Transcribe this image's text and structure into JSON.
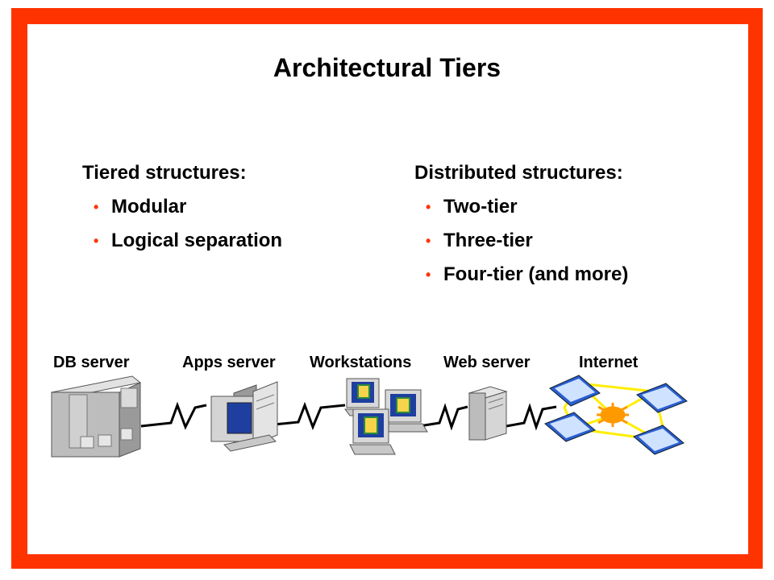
{
  "title": "Architectural Tiers",
  "left_column": {
    "heading": "Tiered structures:",
    "items": [
      "Modular",
      "Logical separation"
    ]
  },
  "right_column": {
    "heading": "Distributed structures:",
    "items": [
      "Two-tier",
      "Three-tier",
      "Four-tier (and more)"
    ]
  },
  "tiers": [
    {
      "label": "DB server",
      "icon": "db-server-icon"
    },
    {
      "label": "Apps server",
      "icon": "apps-server-icon"
    },
    {
      "label": "Workstations",
      "icon": "workstations-icon"
    },
    {
      "label": "Web server",
      "icon": "web-server-icon"
    },
    {
      "label": "Internet",
      "icon": "internet-icon"
    }
  ],
  "colors": {
    "frame": "#ff3300",
    "bullet": "#ff3300",
    "screen_blue": "#1f3fa0",
    "internet_hub": "#ff9900",
    "internet_links": "#ffee00"
  }
}
